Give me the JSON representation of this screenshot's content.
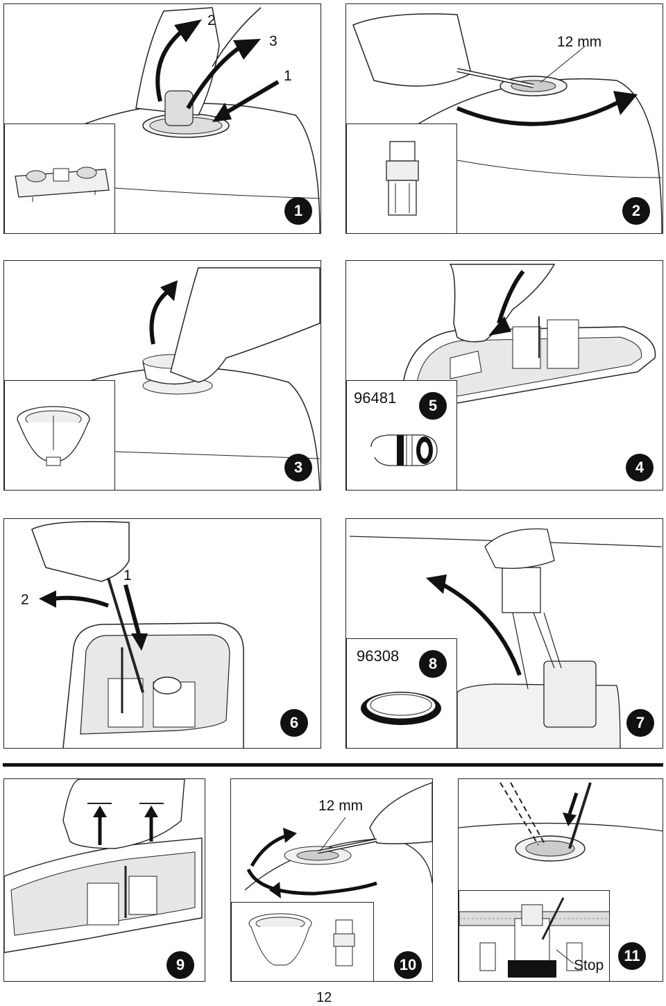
{
  "steps": {
    "s1": {
      "number": "1",
      "arrows": {
        "a1": "1",
        "a2": "2",
        "a3": "3"
      }
    },
    "s2": {
      "number": "2",
      "measure": "12 mm"
    },
    "s3": {
      "number": "3"
    },
    "s4": {
      "number": "4"
    },
    "s5": {
      "number": "5",
      "part_code": "96481"
    },
    "s6": {
      "number": "6",
      "arrows": {
        "a1": "1",
        "a2": "2"
      }
    },
    "s7": {
      "number": "7"
    },
    "s8": {
      "number": "8",
      "part_code": "96308"
    },
    "s9": {
      "number": "9"
    },
    "s10": {
      "number": "10",
      "measure": "12 mm"
    },
    "s11": {
      "number": "11",
      "stop_label": "Stop"
    }
  },
  "page_number": "12",
  "colors": {
    "line": "#222222",
    "badge": "#111111",
    "fill_light": "#e6e6e6",
    "fill_mid": "#bdbdbd"
  }
}
